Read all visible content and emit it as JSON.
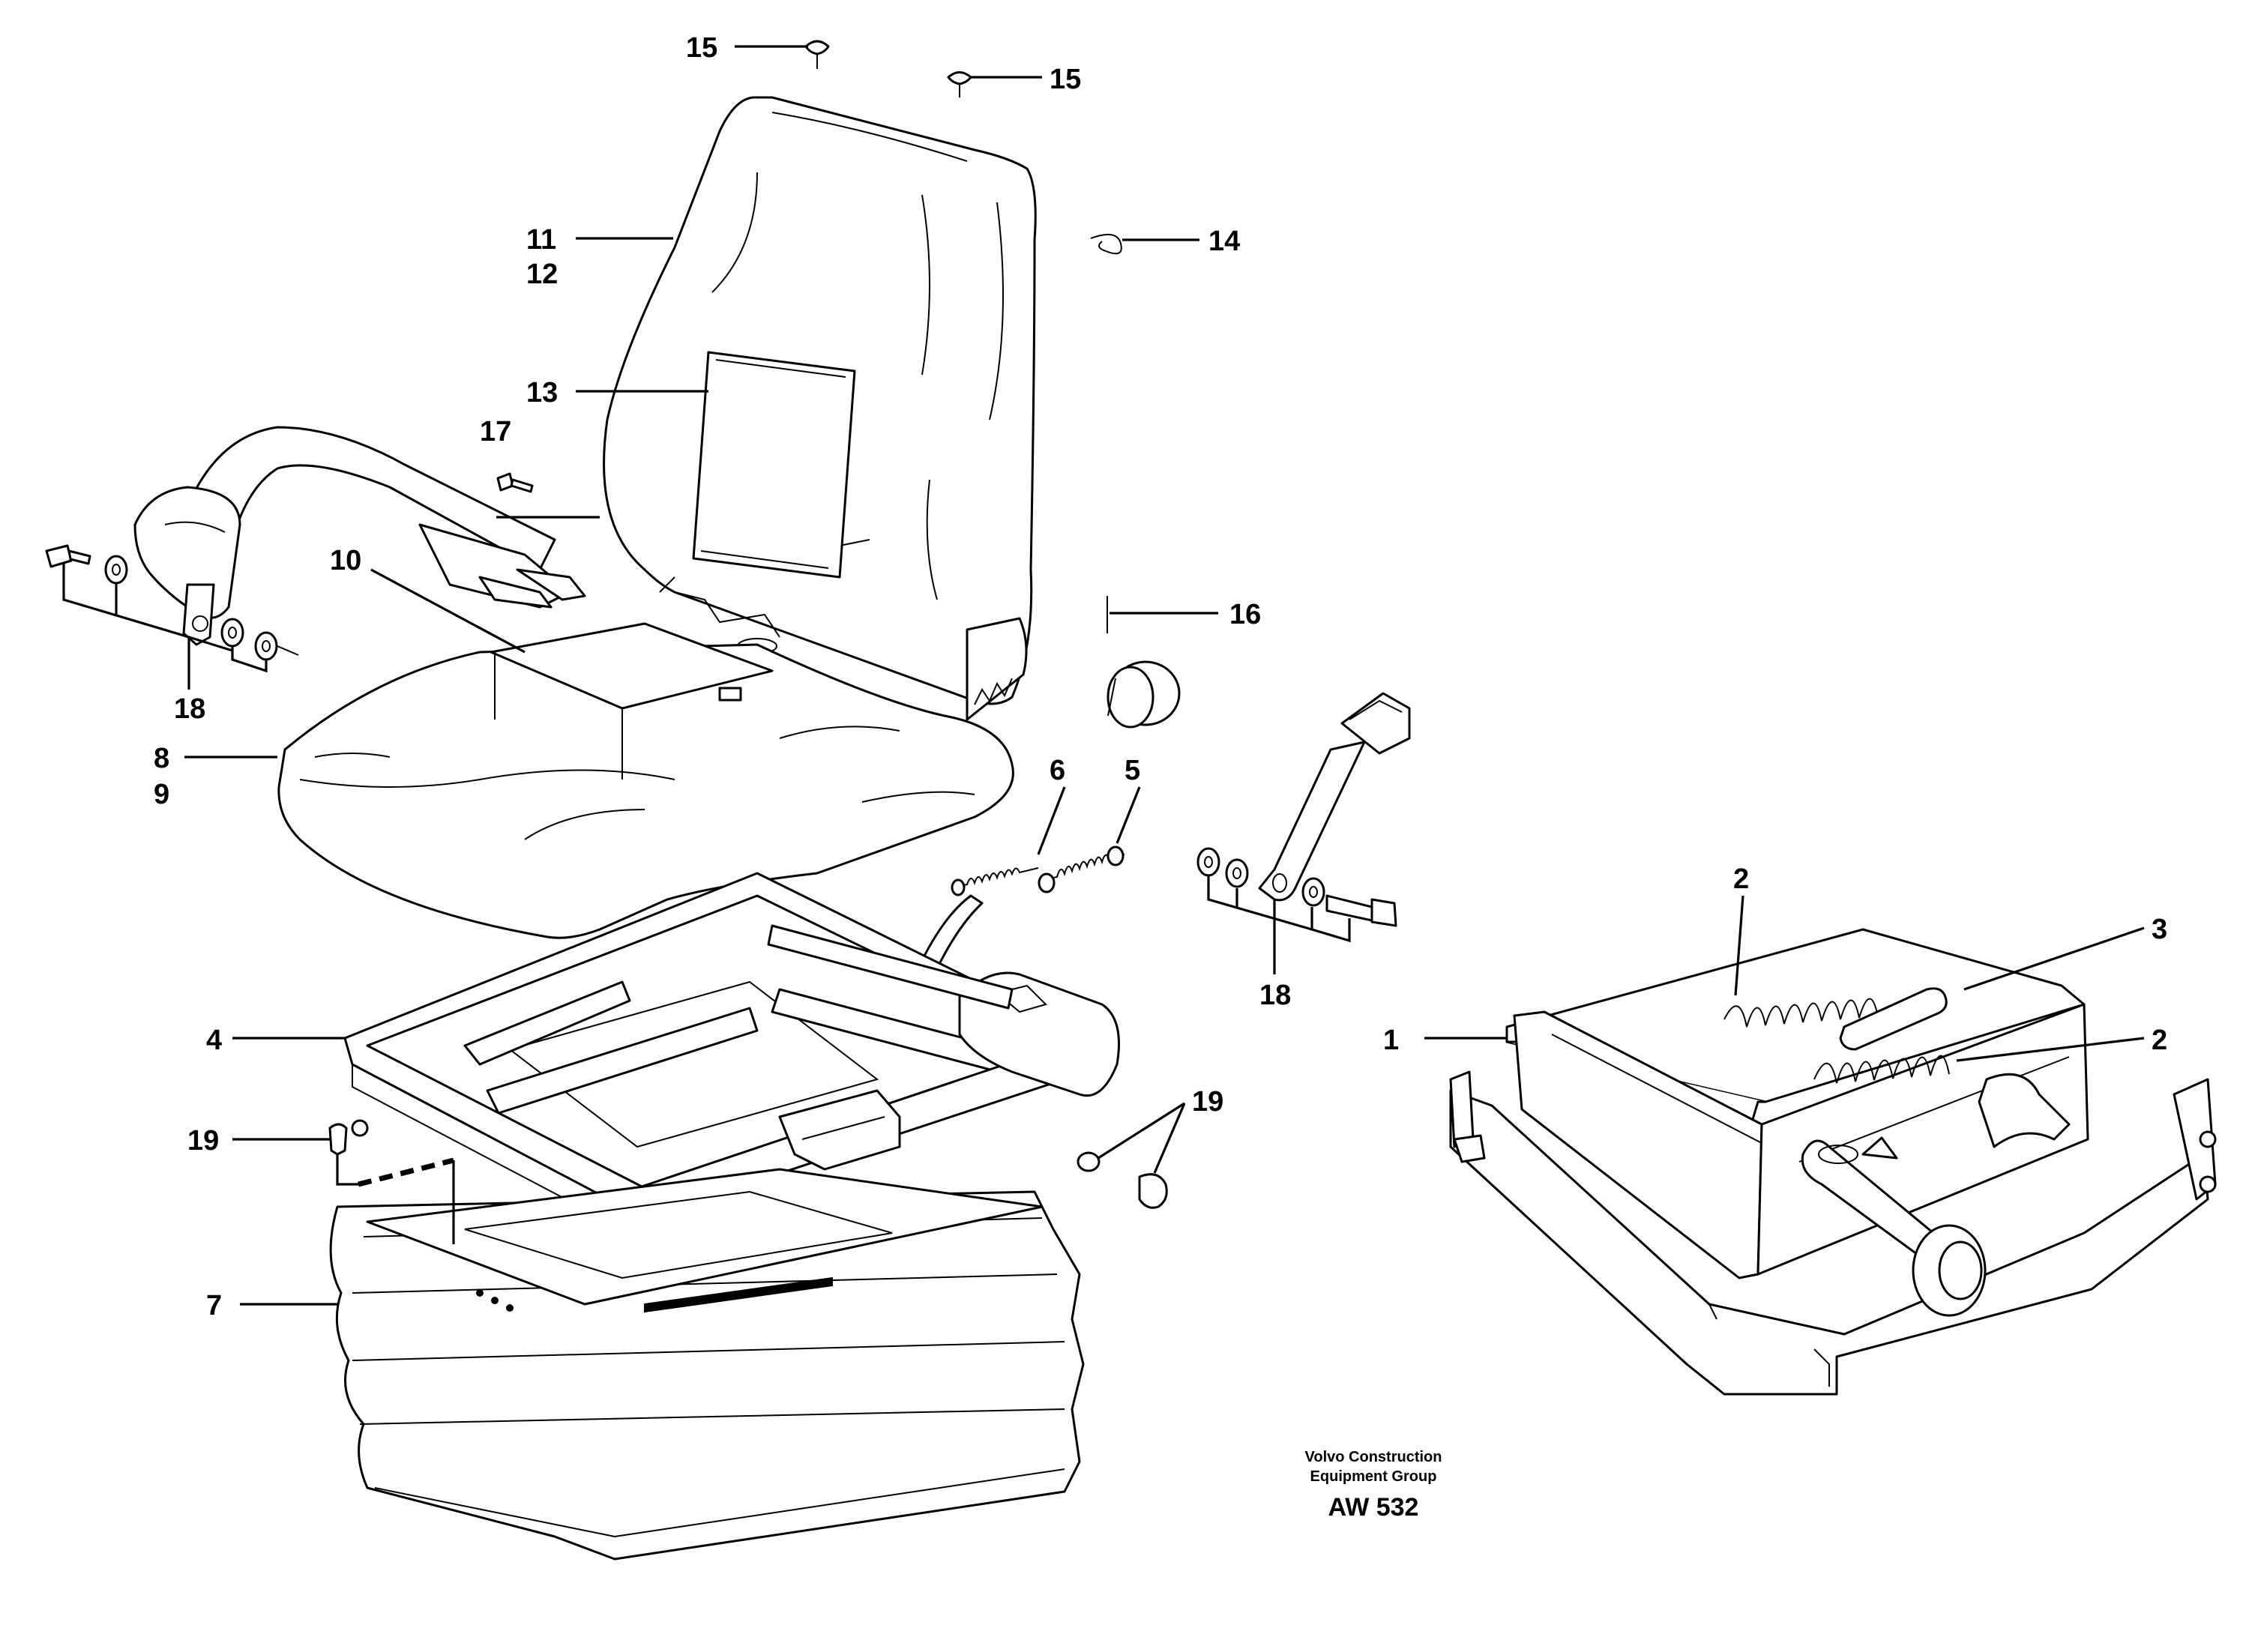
{
  "callouts": {
    "c1": "1",
    "c2a": "2",
    "c2b": "2",
    "c3": "3",
    "c4": "4",
    "c5": "5",
    "c6": "6",
    "c7": "7",
    "c8": "8",
    "c9": "9",
    "c10": "10",
    "c11": "11",
    "c12": "12",
    "c13": "13",
    "c14": "14",
    "c15a": "15",
    "c15b": "15",
    "c16": "16",
    "c17": "17",
    "c18a": "18",
    "c18b": "18",
    "c19a": "19",
    "c19b": "19"
  },
  "credit": {
    "line1": "Volvo Construction",
    "line2": "Equipment Group",
    "code": "AW 532"
  }
}
